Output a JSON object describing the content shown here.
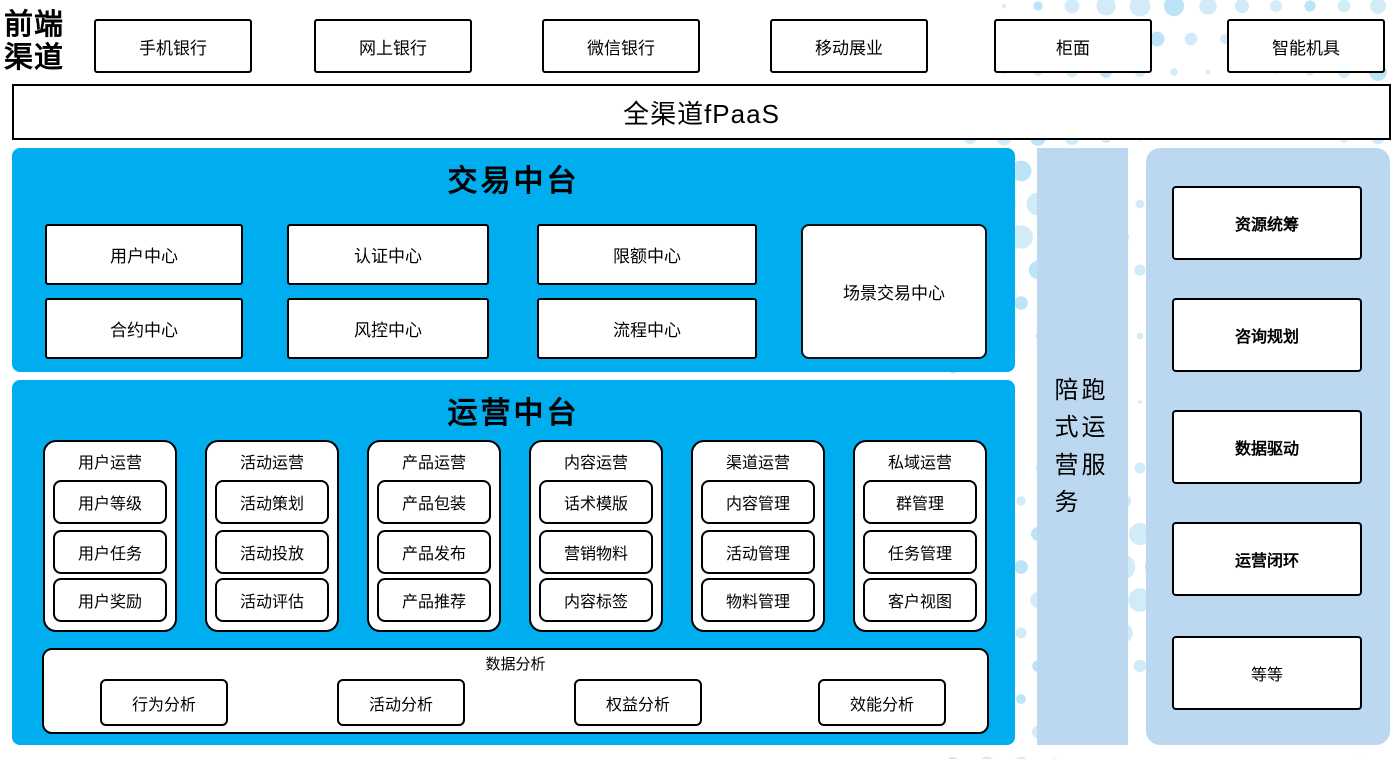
{
  "frontend": {
    "label": "前端渠道",
    "channels": [
      "手机银行",
      "网上银行",
      "微信银行",
      "移动展业",
      "柜面",
      "智能机具"
    ]
  },
  "fpaas_label": "全渠道fPaaS",
  "trade": {
    "title": "交易中台",
    "row1": [
      "用户中心",
      "认证中心",
      "限额中心"
    ],
    "row2": [
      "合约中心",
      "风控中心",
      "流程中心"
    ],
    "scene": "场景交易中心"
  },
  "operation": {
    "title": "运营中台",
    "columns": [
      {
        "header": "用户运营",
        "items": [
          "用户等级",
          "用户任务",
          "用户奖励"
        ]
      },
      {
        "header": "活动运营",
        "items": [
          "活动策划",
          "活动投放",
          "活动评估"
        ]
      },
      {
        "header": "产品运营",
        "items": [
          "产品包装",
          "产品发布",
          "产品推荐"
        ]
      },
      {
        "header": "内容运营",
        "items": [
          "话术模版",
          "营销物料",
          "内容标签"
        ]
      },
      {
        "header": "渠道运营",
        "items": [
          "内容管理",
          "活动管理",
          "物料管理"
        ]
      },
      {
        "header": "私域运营",
        "items": [
          "群管理",
          "任务管理",
          "客户视图"
        ]
      }
    ],
    "analysis": {
      "title": "数据分析",
      "items": [
        "行为分析",
        "活动分析",
        "权益分析",
        "效能分析"
      ]
    }
  },
  "companion_bar_label": "陪跑式运营服务",
  "right_panel": {
    "items": [
      "资源统筹",
      "咨询规划",
      "数据驱动",
      "运营闭环",
      "等等"
    ]
  },
  "colors": {
    "accent_blue": "#00AEEF",
    "light_blue": "#BCD8F0",
    "dot_light": "#D2EBF8",
    "dot_mid": "#BBE4F7"
  }
}
